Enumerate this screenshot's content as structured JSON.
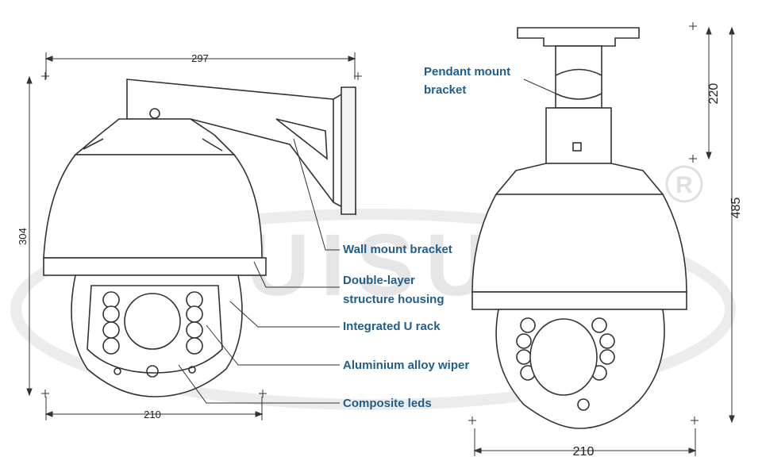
{
  "watermark": {
    "brand": "HUISUN",
    "registered_mark": "R"
  },
  "dimensions": {
    "left_width_top": "297",
    "left_height": "304",
    "left_width_bottom": "210",
    "right_top": "220",
    "right_height": "485",
    "right_width": "210"
  },
  "callouts": {
    "pendant_line1": "Pendant mount",
    "pendant_line2": "bracket",
    "wall_mount": "Wall mount bracket",
    "housing_line1": "Double-layer",
    "housing_line2": "structure housing",
    "u_rack": "Integrated U rack",
    "wiper": "Aluminium alloy wiper",
    "leds": "Composite leds"
  },
  "colors": {
    "callout_text": "#1f5e8c",
    "line": "#333333",
    "watermark": "#e6e6e6"
  }
}
